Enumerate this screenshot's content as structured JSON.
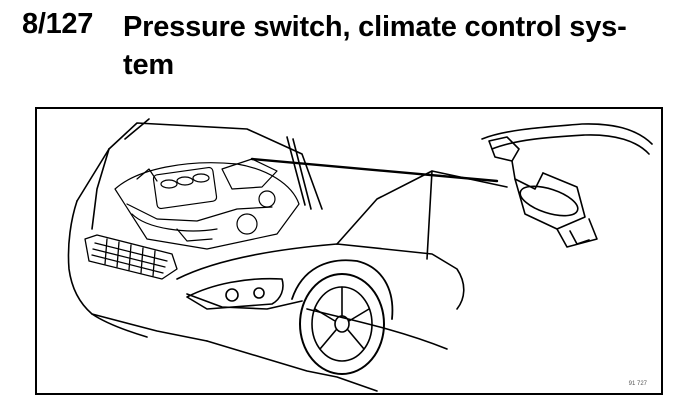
{
  "section": {
    "number": "8/127",
    "title": "Pressure switch, climate control sys-tem"
  },
  "figure": {
    "subject": "car-engine-bay-illustration",
    "detail": "pressure-switch-close-up",
    "id_label": "91 727"
  }
}
